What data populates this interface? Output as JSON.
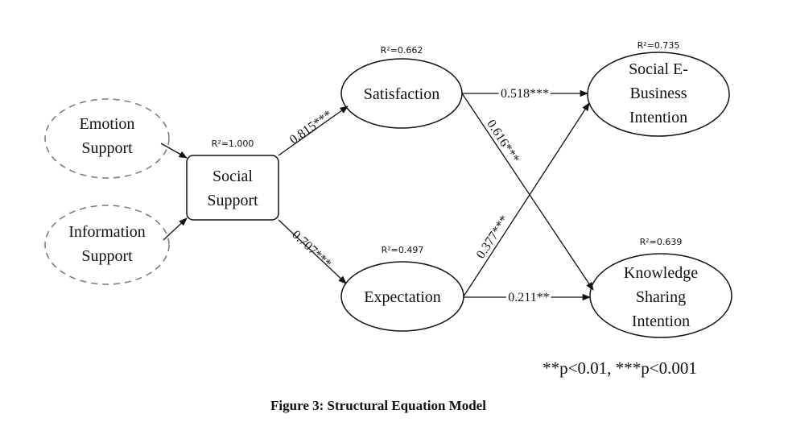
{
  "nodes": {
    "emotion_support": [
      "Emotion",
      "Support"
    ],
    "information_support": [
      "Information",
      "Support"
    ],
    "social_support": [
      "Social",
      "Support"
    ],
    "satisfaction": [
      "Satisfaction"
    ],
    "expectation": [
      "Expectation"
    ],
    "social_ebusiness_intention": [
      "Social E-",
      "Business",
      "Intention"
    ],
    "knowledge_sharing_intention": [
      "Knowledge",
      "Sharing",
      "Intention"
    ]
  },
  "r_squared": {
    "social_support": "R²=1.000",
    "satisfaction": "R²=0.662",
    "expectation": "R²=0.497",
    "social_ebusiness_intention": "R²=0.735",
    "knowledge_sharing_intention": "R²=0.639"
  },
  "paths": {
    "support_to_satisfaction": "0.815***",
    "support_to_expectation": "0.707***",
    "satisfaction_to_ebusiness": "0.518***",
    "satisfaction_to_knowledge": "0.616***",
    "expectation_to_ebusiness": "0.377***",
    "expectation_to_knowledge": "0.211**"
  },
  "significance_note": "**p<0.01, ***p<0.001",
  "caption": "Figure 3: Structural Equation Model"
}
